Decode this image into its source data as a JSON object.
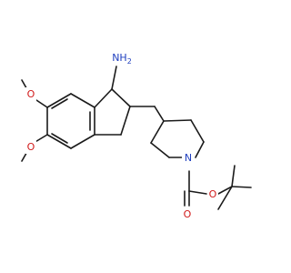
{
  "molecule": {
    "atoms": {
      "amine": "NH2",
      "amine_main": "NH",
      "amine_sub": "2",
      "methoxy_top_o": "O",
      "methoxy_bottom_o": "O",
      "ring_n": "N",
      "ester_o": "O",
      "carbonyl_o": "O"
    },
    "colors": {
      "bond": "#1a1a1a",
      "nitrogen": "#1f3fbf",
      "oxygen": "#d11a1a"
    }
  }
}
